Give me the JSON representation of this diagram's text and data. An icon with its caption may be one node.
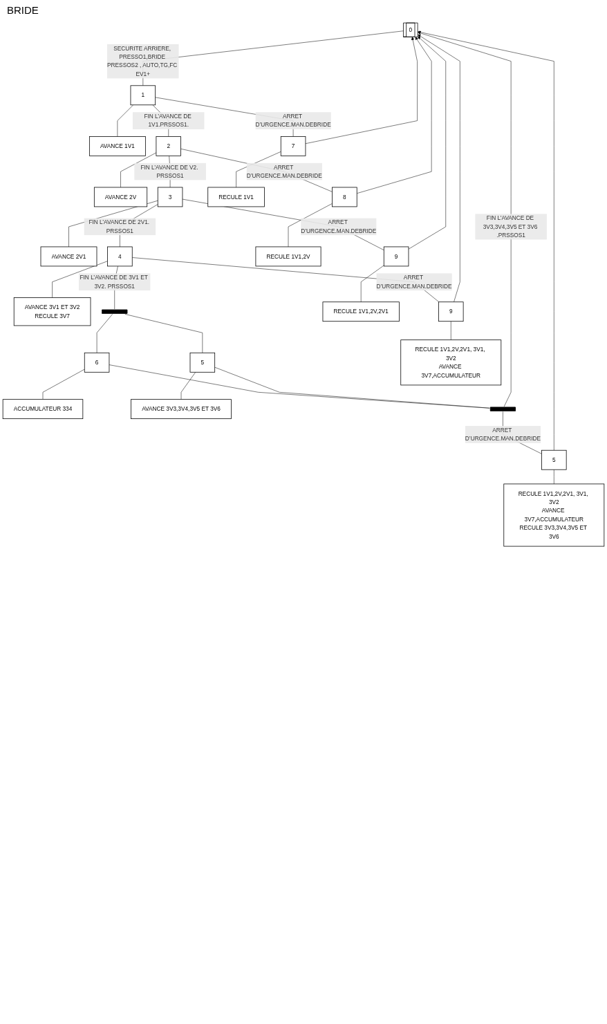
{
  "diagram": {
    "nodes": [
      {
        "text": [
          "0"
        ]
      },
      {
        "text": [
          "1"
        ]
      },
      {
        "text": [
          "AVANCE 1V1"
        ]
      },
      {
        "text": [
          "2"
        ]
      },
      {
        "text": [
          "AVANCE 2V"
        ]
      },
      {
        "text": [
          "3"
        ]
      },
      {
        "text": [
          "AVANCE 2V1"
        ]
      },
      {
        "text": [
          "4"
        ]
      },
      {
        "text": [
          "AVANCE 3V1 ET 3V2",
          "RECULE 3V7"
        ]
      },
      {
        "text": [],
        "shape": "bar"
      },
      {
        "text": [
          "6"
        ]
      },
      {
        "text": [
          "ACCUMULATEUR 334"
        ]
      },
      {
        "text": [
          "5"
        ]
      },
      {
        "text": [
          "AVANCE 3V3,3V4,3V5 ET 3V6"
        ]
      },
      {
        "text": [],
        "shape": "bar"
      },
      {
        "text": [
          "7"
        ]
      },
      {
        "text": [
          "RECULE 1V1"
        ]
      },
      {
        "text": [
          "8"
        ]
      },
      {
        "text": [
          "RECULE 1V1,2V"
        ]
      },
      {
        "text": [
          "9"
        ]
      },
      {
        "text": [
          "RECULE 1V1,2V,2V1"
        ]
      },
      {
        "text": [
          "9"
        ]
      },
      {
        "text": [
          "RECULE 1V1,2V,2V1, 3V1, 3V2",
          "AVANCE 3V7,ACCUMULATEUR"
        ]
      },
      {
        "text": [
          "5"
        ]
      },
      {
        "text": [
          "RECULE 1V1,2V,2V1, 3V1, 3V2",
          "AVANCE 3V7,ACCUMULATEUR",
          "RECULE 3V3,3V4,3V5 ET 3V6"
        ]
      }
    ],
    "edges": [
      {
        "from": 0,
        "to": 1,
        "arrow": "none",
        "label": "SECURITE ARRIERE, PRESSO1,BRIDE PRESSOS2 , AUTO,TG,FC EV1+"
      },
      {
        "from": 1,
        "to": 2,
        "arrow": "none"
      },
      {
        "from": 1,
        "to": 3,
        "arrow": "none",
        "label": "FIN L’AVANCE DE 1V1.PRSSOS1."
      },
      {
        "from": 3,
        "to": 4,
        "arrow": "none"
      },
      {
        "from": 3,
        "to": 5,
        "arrow": "none",
        "label": "FIN L’AVANCE DE V2. PRSSOS1"
      },
      {
        "from": 5,
        "to": 6,
        "arrow": "none"
      },
      {
        "from": 5,
        "to": 7,
        "arrow": "none",
        "label": "FIN L’AVANCE DE 2V1. PRSSOS1"
      },
      {
        "from": 7,
        "to": 8,
        "arrow": "none"
      },
      {
        "from": 7,
        "to": 9,
        "arrow": "none",
        "label": "FIN L’AVANCE DE 3V1 ET 3V2. PRSSOS1"
      },
      {
        "from": 9,
        "to": 10,
        "arrow": "none"
      },
      {
        "from": 9,
        "to": 12,
        "arrow": "none"
      },
      {
        "from": 10,
        "to": 11,
        "arrow": "none"
      },
      {
        "from": 12,
        "to": 13,
        "arrow": "none"
      },
      {
        "from": 10,
        "to": 14,
        "arrow": "none"
      },
      {
        "from": 12,
        "to": 14,
        "arrow": "none"
      },
      {
        "from": 14,
        "to": 0,
        "arrow": "to",
        "label": "FIN L’AVANCE DE 3V3,3V4,3V5 ET 3V6 .PRSSOS1"
      },
      {
        "from": 1,
        "to": 15,
        "arrow": "none",
        "label": "ARRET D’URGENCE.MAN.DEBRIDE"
      },
      {
        "from": 15,
        "to": 16,
        "arrow": "none"
      },
      {
        "from": 15,
        "to": 0,
        "arrow": "to"
      },
      {
        "from": 3,
        "to": 17,
        "arrow": "none",
        "label": "ARRET D’URGENCE.MAN.DEBRIDE"
      },
      {
        "from": 17,
        "to": 18,
        "arrow": "none"
      },
      {
        "from": 17,
        "to": 0,
        "arrow": "to"
      },
      {
        "from": 5,
        "to": 19,
        "arrow": "none",
        "label": "ARRET D’URGENCE.MAN.DEBRIDE"
      },
      {
        "from": 19,
        "to": 20,
        "arrow": "none"
      },
      {
        "from": 19,
        "to": 0,
        "arrow": "to"
      },
      {
        "from": 7,
        "to": 21,
        "arrow": "none",
        "label": "ARRET D’URGENCE.MAN.DEBRIDE"
      },
      {
        "from": 21,
        "to": 22,
        "arrow": "none"
      },
      {
        "from": 21,
        "to": 0,
        "arrow": "to"
      },
      {
        "from": 14,
        "to": 23,
        "arrow": "none",
        "label": "ARRET D’URGENCE.MAN.DEBRIDE"
      },
      {
        "from": 23,
        "to": 24,
        "arrow": "none"
      },
      {
        "from": 23,
        "to": 0,
        "arrow": "to"
      }
    ],
    "labels": [
      "BRIDE"
    ]
  }
}
